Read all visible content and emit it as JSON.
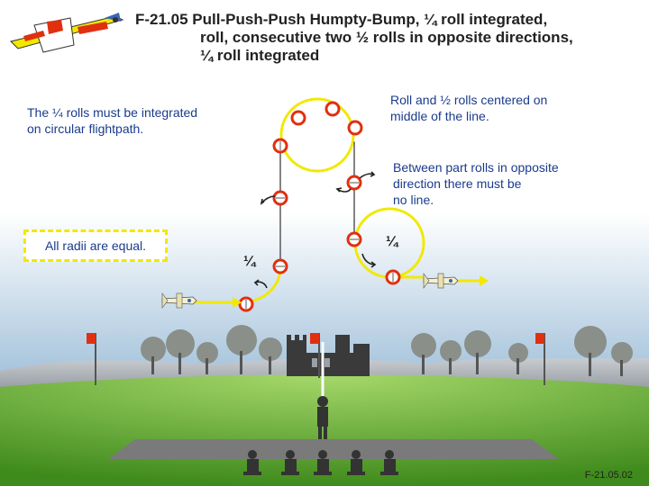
{
  "title": {
    "line1": "F-21.05 Pull-Push-Push Humpty-Bump, ¼ roll integrated,",
    "line2": "roll, consecutive two ½ rolls in opposite directions,",
    "line3": "¼ roll integrated"
  },
  "notes": {
    "quarter_integrated": [
      "The ¼ rolls must be integrated",
      "on circular flightpath."
    ],
    "roll_centered": [
      "Roll and ½ rolls centered on",
      "middle of the line."
    ],
    "opposite_direction": [
      "Between part rolls in opposite",
      "direction there must be",
      "no line."
    ],
    "radii_equal": "All radii are equal."
  },
  "roll_marks": {
    "quarter_left": "¼",
    "quarter_right": "¼"
  },
  "footer_code": "F-21.05.02",
  "colors": {
    "path_yellow": "#f2e800",
    "roll_red": "#e03010",
    "note_blue": "#1a3b8c",
    "sky_top": "#ffffff",
    "sky_bottom": "#7fa8c8",
    "grass": "#7cb83a"
  }
}
